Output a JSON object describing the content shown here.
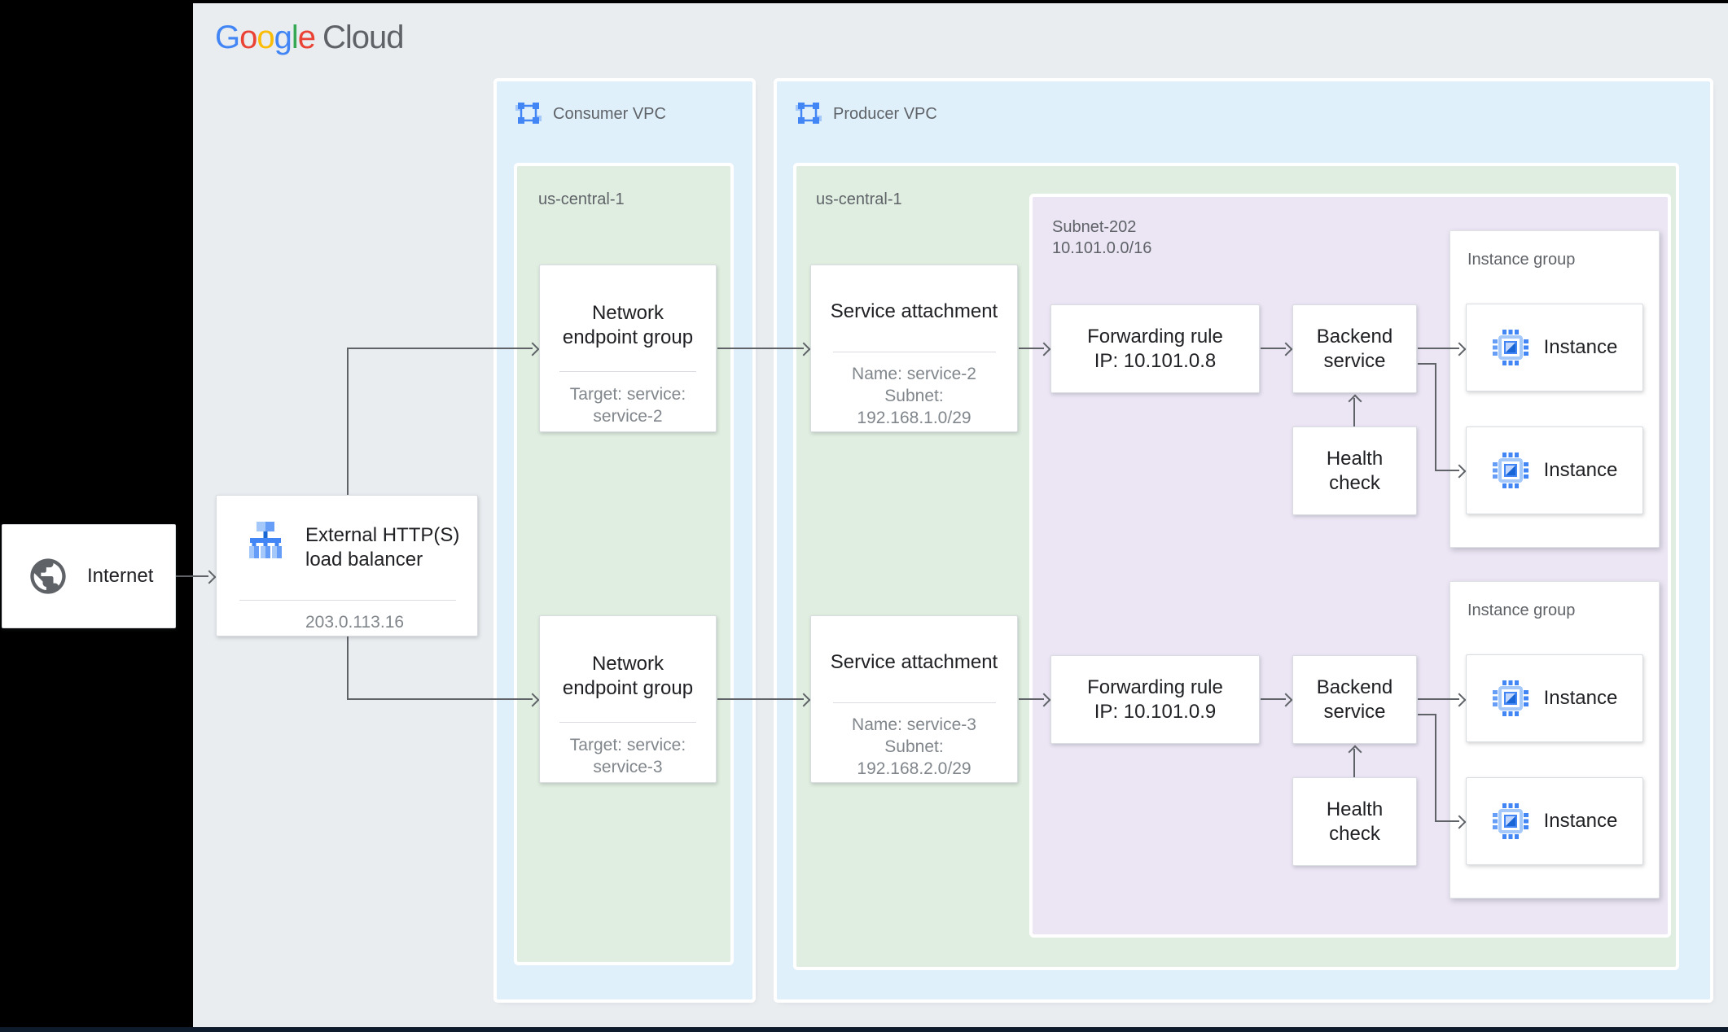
{
  "brand": {
    "google_letters": [
      "G",
      "o",
      "o",
      "g",
      "l",
      "e"
    ],
    "cloud": "Cloud",
    "letter_colors": [
      "#4285F4",
      "#EA4335",
      "#FBBC05",
      "#4285F4",
      "#34A853",
      "#EA4335"
    ],
    "cloud_color": "#5F6368"
  },
  "internet": {
    "label": "Internet"
  },
  "load_balancer": {
    "title_line1": "External HTTP(S)",
    "title_line2": "load balancer",
    "ip": "203.0.113.16"
  },
  "consumer_vpc": {
    "label": "Consumer VPC",
    "region": "us-central-1"
  },
  "producer_vpc": {
    "label": "Producer VPC",
    "region": "us-central-1"
  },
  "subnet": {
    "name": "Subnet-202",
    "cidr": "10.101.0.0/16"
  },
  "rows": [
    {
      "neg": {
        "title_line1": "Network",
        "title_line2": "endpoint group",
        "target_line1": "Target: service:",
        "target_line2": "service-2"
      },
      "service_attachment": {
        "title": "Service attachment",
        "name": "Name: service-2",
        "subnet_label": "Subnet:",
        "subnet_cidr": "192.168.1.0/29"
      },
      "forwarding_rule": {
        "line1": "Forwarding rule",
        "line2": "IP: 10.101.0.8"
      },
      "backend_service": {
        "line1": "Backend",
        "line2": "service"
      },
      "health_check": {
        "line1": "Health",
        "line2": "check"
      },
      "instance_group": {
        "label": "Instance group",
        "instances": [
          "Instance",
          "Instance"
        ]
      }
    },
    {
      "neg": {
        "title_line1": "Network",
        "title_line2": "endpoint group",
        "target_line1": "Target: service:",
        "target_line2": "service-3"
      },
      "service_attachment": {
        "title": "Service attachment",
        "name": "Name: service-3",
        "subnet_label": "Subnet:",
        "subnet_cidr": "192.168.2.0/29"
      },
      "forwarding_rule": {
        "line1": "Forwarding rule",
        "line2": "IP: 10.101.0.9"
      },
      "backend_service": {
        "line1": "Backend",
        "line2": "service"
      },
      "health_check": {
        "line1": "Health",
        "line2": "check"
      },
      "instance_group": {
        "label": "Instance group",
        "instances": [
          "Instance",
          "Instance"
        ]
      }
    }
  ],
  "colors": {
    "canvas": "#e9edf0",
    "vpc_fill": "#dff0fb",
    "region_fill": "#e0eee1",
    "subnet_fill": "#ebe5f4",
    "node_border": "#d9dce0",
    "connector": "#5f6368",
    "title_text": "#202124",
    "secondary_text": "#80868b",
    "label_text": "#5f6368",
    "icon_blue": "#4285F4",
    "icon_blue_light": "#a5c8fb",
    "icon_blue_mid": "#669df6"
  }
}
